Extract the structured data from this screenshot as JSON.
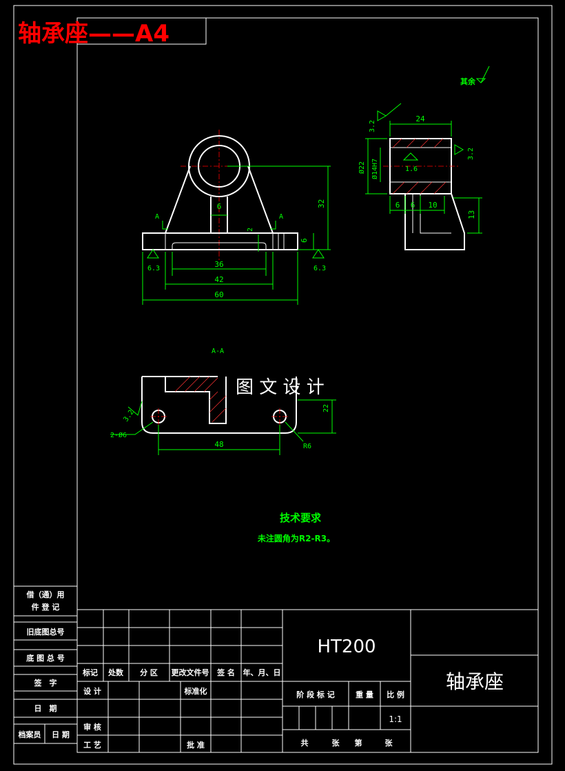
{
  "header": {
    "title": "轴承座——A4",
    "title_color": "#ff0000"
  },
  "watermark": "图 文 设 计",
  "surface_note": "其余",
  "views": {
    "section_label": "A-A",
    "front_dims": {
      "d6": "6",
      "d2": "2",
      "d6b": "6",
      "d32": "32",
      "d36": "36",
      "d42": "42",
      "d60": "60",
      "ra_left": "6.3",
      "ra_right": "6.3",
      "sec_a_left": "A",
      "sec_a_right": "A"
    },
    "side_dims": {
      "d24": "24",
      "d32ra": "3.2",
      "d32rb": "3.2",
      "dia22": "Ø22",
      "dia14": "Ø14H7",
      "ra16": "1.6",
      "d6a": "6",
      "d6b": "6",
      "d10": "10",
      "d13": "13"
    },
    "top_dims": {
      "d48": "48",
      "d22": "22",
      "r6": "R6",
      "holes": "2-Ø6",
      "ra": "3.2"
    }
  },
  "tech": {
    "title": "技术要求",
    "note": "未注圆角为R2-R3。"
  },
  "left_column": {
    "lbl1a": "借（通）用",
    "lbl1b": "件 登 记",
    "lbl2": "旧底图总号",
    "lbl3": "底 图 总 号",
    "lbl4": "签　字",
    "lbl5": "日　期",
    "lbl6a": "档案员",
    "lbl6b": "日 期"
  },
  "title_block": {
    "material": "HT200",
    "part_name": "轴承座",
    "h_mark": "标记",
    "h_count": "处数",
    "h_zone": "分 区",
    "h_docno": "更改文件号",
    "h_sign": "签 名",
    "h_date": "年、月、日",
    "design": "设 计",
    "standard": "标准化",
    "review": "审 核",
    "process": "工 艺",
    "approve": "批 准",
    "stage": "阶 段 标 记",
    "weight": "重 量",
    "scale_label": "比 例",
    "scale": "1:1",
    "sheets_total": "共",
    "sheets_unit": "张",
    "sheet_no": "第",
    "sheet_unit2": "张"
  }
}
